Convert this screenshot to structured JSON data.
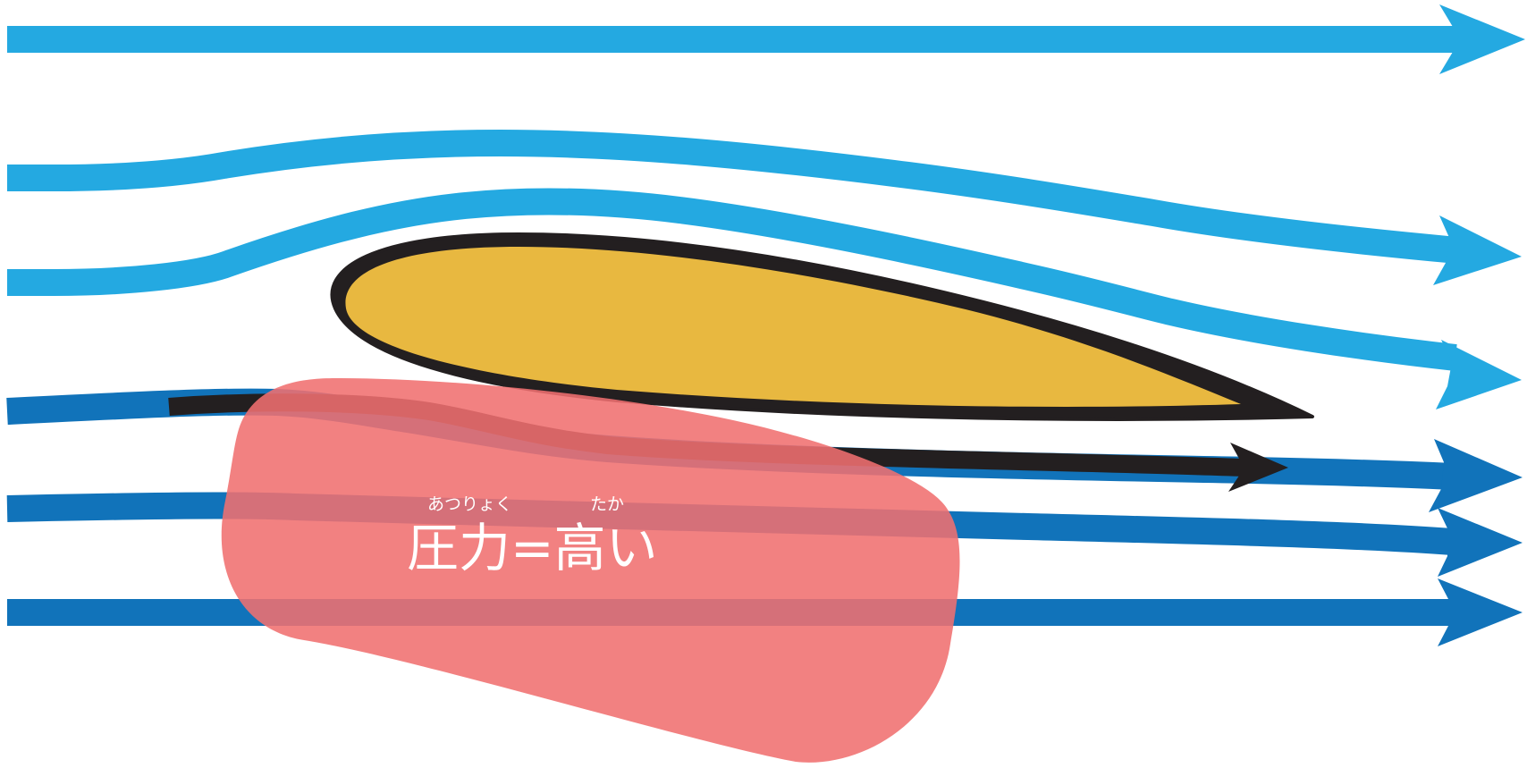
{
  "colors": {
    "upper_flow": "#24a9e1",
    "lower_flow": "#1173ba",
    "airfoil_fill": "#e8b840",
    "airfoil_outline": "#231f20",
    "pressure_zone": "#f07070",
    "label_text": "#ffffff"
  },
  "pressure_label": {
    "ruby_pressure": "あつりょく",
    "ruby_high": "たか",
    "main_text": "圧力=高い"
  }
}
